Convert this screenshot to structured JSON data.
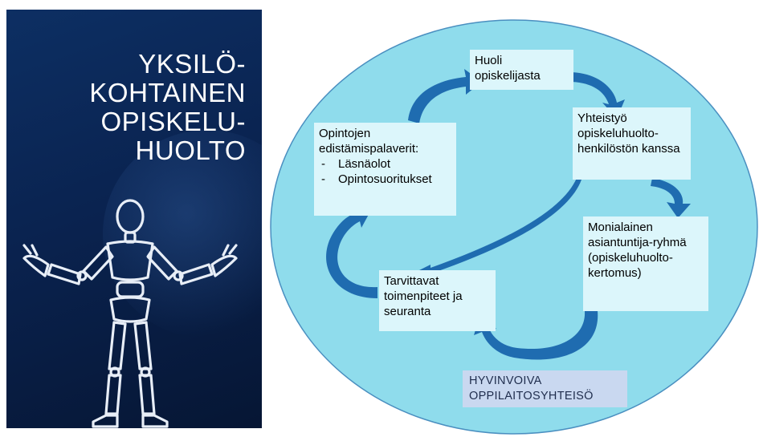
{
  "left_panel": {
    "title_lines": [
      "YKSILÖ-",
      "KOHTAINEN",
      "OPISKELU-",
      "HUOLTO"
    ],
    "figure_icon": "wooden-mannequin-shrugging-icon",
    "bg_color": "#0a2350"
  },
  "cycle": {
    "ellipse_color": "#8fdcec",
    "arrow_color": "#1f6cb0",
    "box_color": "#dcf6fb",
    "steps": {
      "huoli": "Huoli opiskelijasta",
      "yhteistyo": "Yhteistyö opiskeluhuolto-henkilöstön kanssa",
      "monialainen": "Monialainen asiantuntija-ryhmä (opiskeluhuolto-kertomus)",
      "tarvittavat": "Tarvittavat toimenpiteet ja seuranta",
      "opintojen": {
        "title": "Opintojen edistämispalaverit:",
        "items": [
          "Läsnäolot",
          "Opintosuoritukset"
        ]
      }
    },
    "footer_label": "HYVINVOIVA OPPILAITOSYHTEISÖ",
    "footer_color": "#c9d8f0"
  }
}
